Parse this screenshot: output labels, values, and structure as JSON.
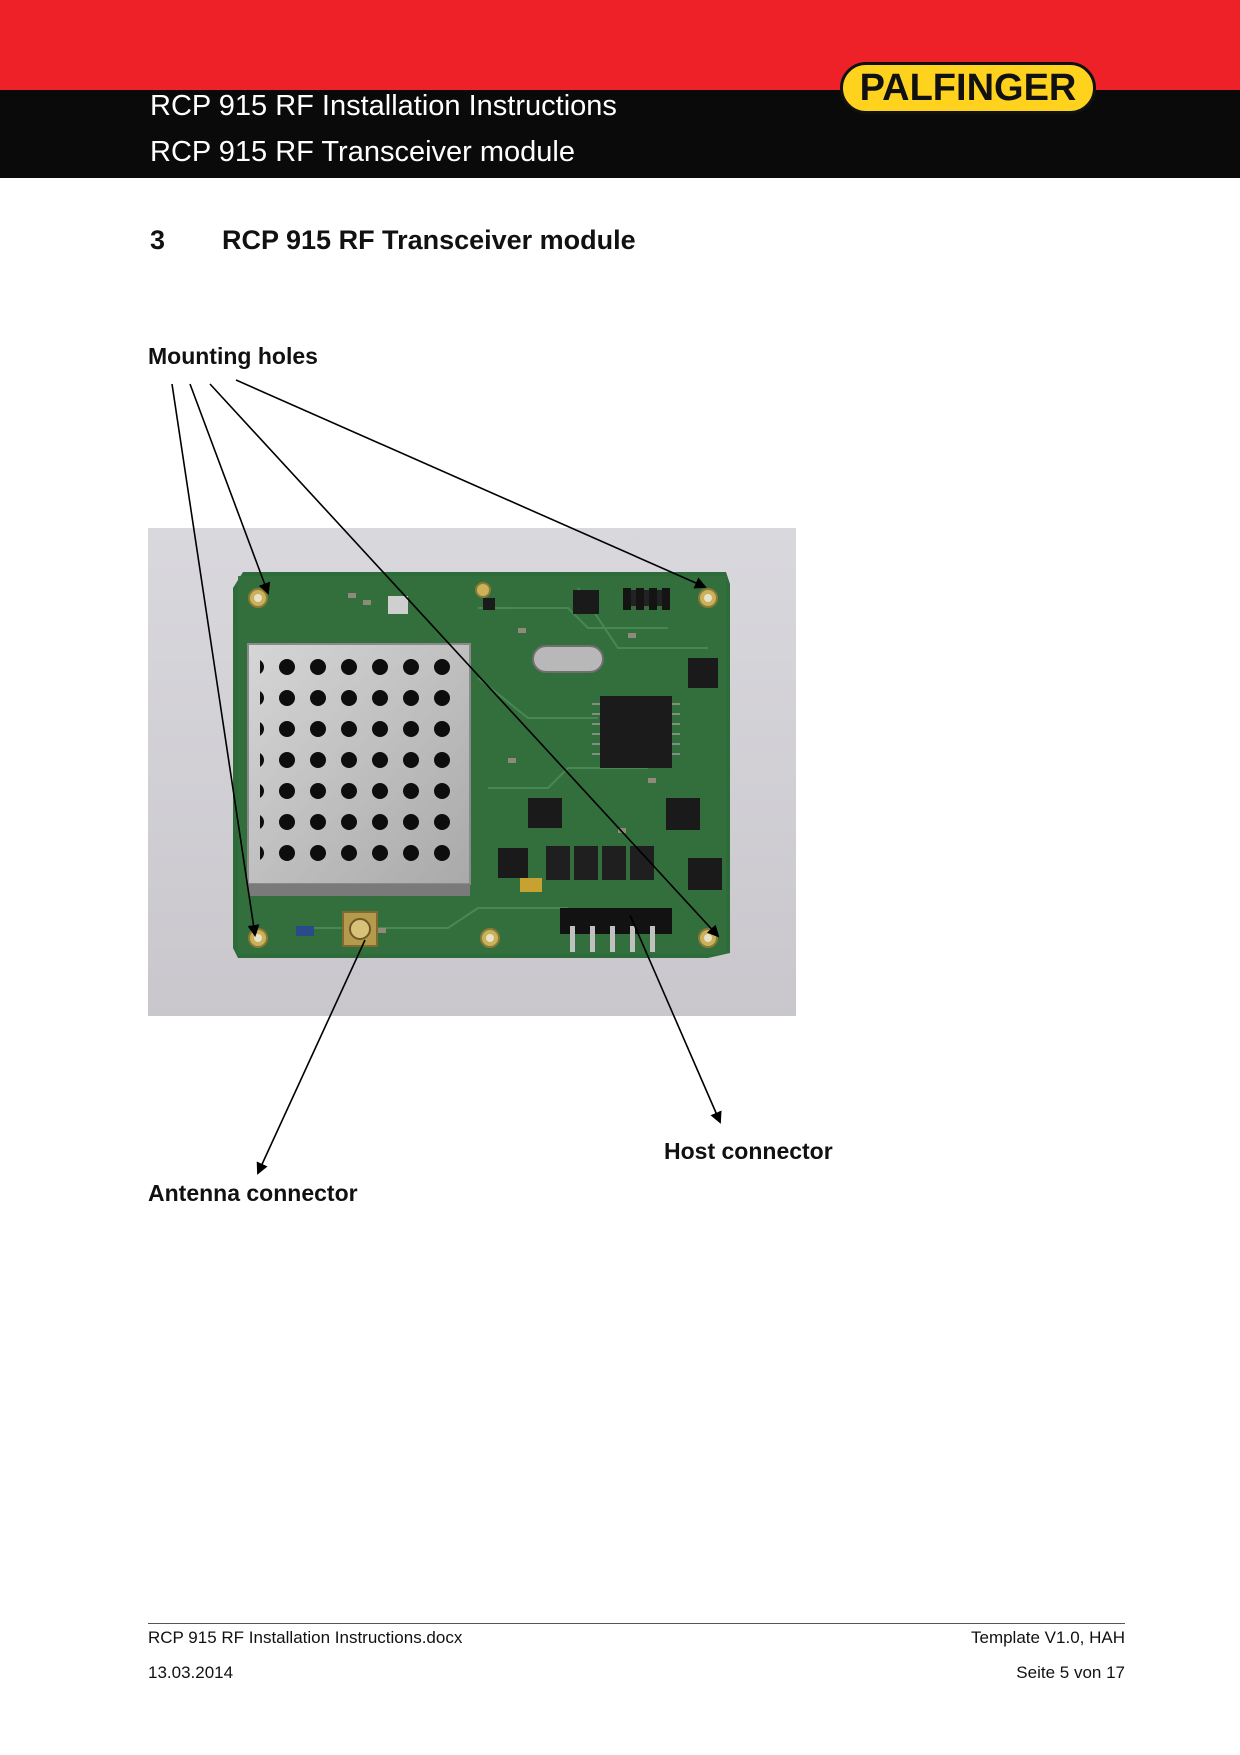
{
  "header": {
    "line1": "RCP 915 RF Installation Instructions",
    "line2": "RCP 915 RF  Transceiver module",
    "logo_text": "PALFINGER",
    "colors": {
      "red": "#ee2128",
      "black": "#0a0a0a",
      "logo_yellow": "#ffd21e"
    }
  },
  "section": {
    "number": "3",
    "title": "RCP 915 RF  Transceiver module"
  },
  "figure": {
    "labels": {
      "mounting_holes": "Mounting holes",
      "host_connector": "Host connector",
      "antenna_connector": "Antenna connector"
    }
  },
  "footer": {
    "filename": "RCP 915 RF Installation Instructions.docx",
    "template": "Template V1.0, HAH",
    "date": "13.03.2014",
    "page": "Seite 5 von 17"
  }
}
